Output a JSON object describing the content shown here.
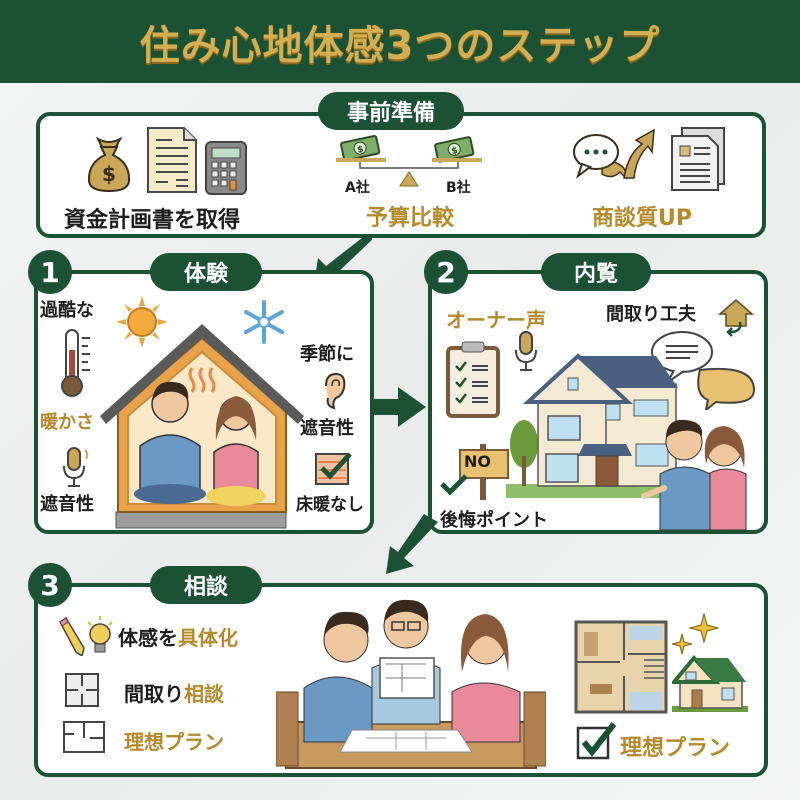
{
  "title": "住み心地体感3つのステップ",
  "colors": {
    "primary_green": "#1c5234",
    "gold": "#b5892a",
    "title_gold": "#d6ae52"
  },
  "prep": {
    "label": "事前準備",
    "items": [
      {
        "icons": [
          "money-bag-icon",
          "document-icon",
          "calculator-icon"
        ],
        "caption": "資金計画書を取得"
      },
      {
        "icons": [
          "balance-scale-icon"
        ],
        "left_label": "A社",
        "right_label": "B社",
        "caption": "予算比較"
      },
      {
        "icons": [
          "chat-bubble-icon",
          "up-arrow-icon",
          "document-icon"
        ],
        "caption": "商談質UP"
      }
    ]
  },
  "step1": {
    "number": "1",
    "label": "体験",
    "left": [
      "過酷な",
      "暖かさ",
      "遮音性"
    ],
    "right": [
      "季節に",
      "遮音性",
      "床暖なし"
    ]
  },
  "step2": {
    "number": "2",
    "label": "内覧",
    "owner_voice": "オーナー声",
    "layout_idea": "間取り工夫",
    "no_sign": "NO",
    "regret_points": "後悔ポイント"
  },
  "step3": {
    "number": "3",
    "label": "相談",
    "items": [
      {
        "dark": "体感を",
        "gold": "具体化"
      },
      {
        "dark": "間取り",
        "gold": "相談"
      },
      {
        "dark": "",
        "gold": "理想プラン"
      }
    ],
    "result": "理想プラン"
  }
}
